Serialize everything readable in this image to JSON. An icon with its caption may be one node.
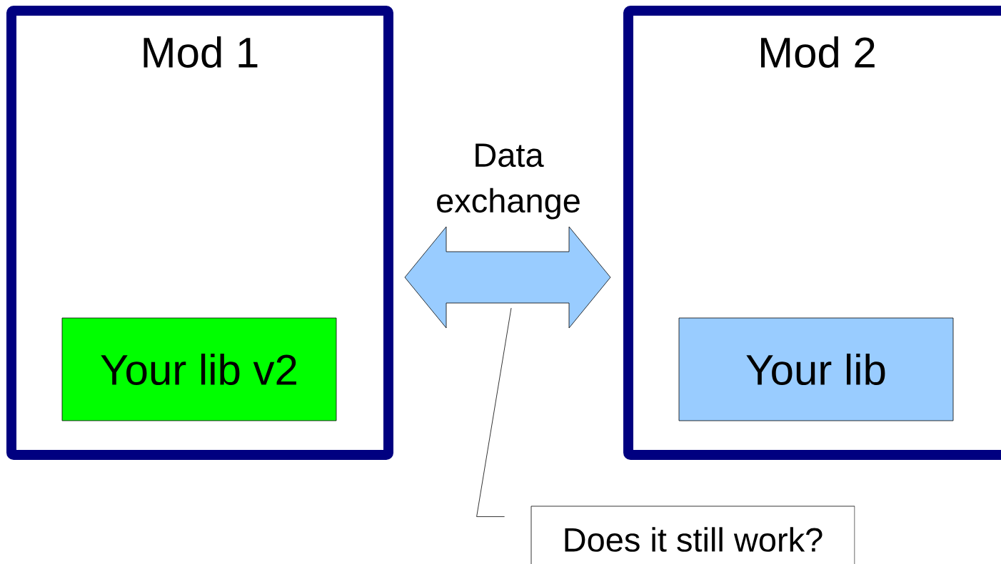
{
  "diagram": {
    "nodes": [
      {
        "text": [
          "Mod 1"
        ]
      },
      {
        "text": [
          "Your lib v2"
        ],
        "in": 0
      },
      {
        "text": [
          "Mod 2"
        ]
      },
      {
        "text": [
          "Your lib"
        ],
        "in": 2
      },
      {
        "text": [
          "Does it still work?"
        ]
      }
    ],
    "edges": [
      {
        "from": 0,
        "to": 2,
        "arrow": "both",
        "label": "Data exchange"
      },
      {
        "from": 4,
        "to": null,
        "arrow": "none"
      }
    ]
  }
}
